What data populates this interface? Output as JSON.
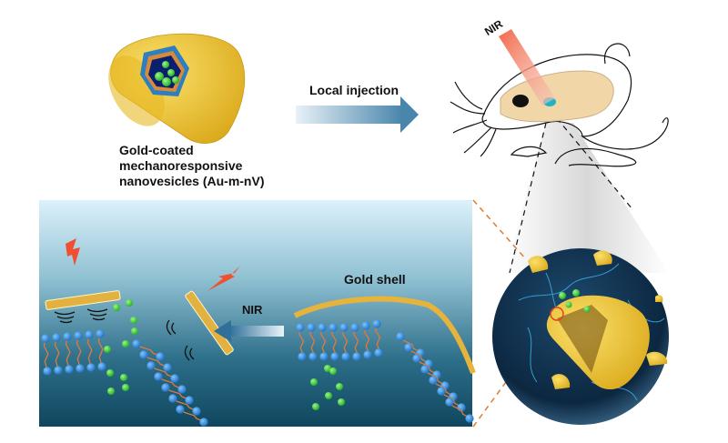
{
  "figure": {
    "top_left": {
      "caption_lines": [
        "Gold-coated",
        "mechanoresponsive",
        "nanovesicles (Au-m-nV)"
      ]
    },
    "injection_arrow": {
      "label": "Local injection"
    },
    "mouse": {
      "beam_label": "NIR"
    },
    "panel": {
      "shell_label": "Gold shell",
      "arrow_label": "NIR"
    },
    "colors": {
      "gold": "#f2c12e",
      "gold_shell": "#e6b43c",
      "lipid_head": "#2f8fe0",
      "lipid_tail": "#e07a3a",
      "cargo": "#3ed13e",
      "laser": "#f05030",
      "panel_top": "#dbeff8",
      "panel_bottom": "#0f4a63",
      "arrow": "#3e7fa8",
      "dashed_line": "#e07a30",
      "sphere": "#0d2a45"
    }
  }
}
